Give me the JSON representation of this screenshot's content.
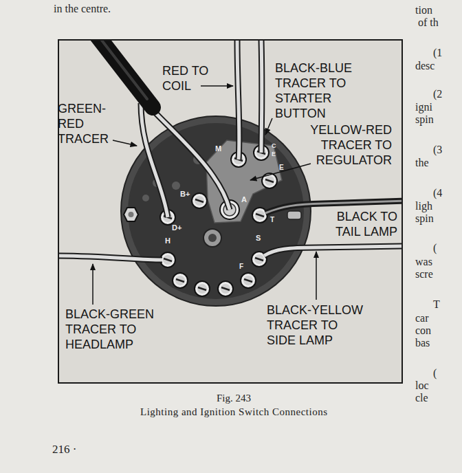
{
  "diagram": {
    "caption": "Lighting and Ignition Switch Connections",
    "labels": [
      "in the centre.",
      "tion",
      "of th",
      "(1",
      "desc",
      "(2",
      "igni",
      "spin",
      "(3",
      "the",
      "(4",
      "ligh",
      "spin",
      "(",
      "was",
      "scre",
      "T",
      "car",
      "con",
      "bas",
      "(",
      "loc",
      "cle",
      "RED TO COIL",
      "BLACK-BLUE TRACER TO STARTER BUTTON",
      "GREEN-RED TRACER",
      "YELLOW-RED TRACER TO REGULATOR",
      "BLACK TO TAIL LAMP",
      "BLACK-GREEN TRACER TO HEADLAMP",
      "BLACK-YELLOW TRACER TO SIDE LAMP",
      "M",
      "C",
      "E",
      "E",
      "B+",
      "A",
      "D+",
      "H",
      "S",
      "F",
      "T",
      "Fig. 243",
      "216 ·"
    ]
  }
}
